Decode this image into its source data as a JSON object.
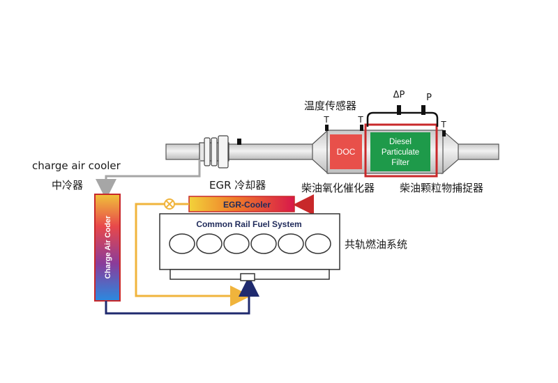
{
  "labels": {
    "temp_sensor": "温度传感器",
    "delta_p": "ΔP",
    "p": "P",
    "t1": "T",
    "t2": "T",
    "t3": "T",
    "doc": "DOC",
    "dpf_line1": "Diesel",
    "dpf_line2": "Particulate",
    "dpf_line3": "Filter",
    "charge_air_cooler_en": "charge air cooler",
    "charge_air_cooler_cn": "中冷器",
    "egr_cooler_cn": "EGR 冷却器",
    "egr_cooler_box": "EGR-Cooler",
    "doc_cn": "柴油氧化催化器",
    "dpf_cn": "柴油颗粒物捕捉器",
    "common_rail": "Common Rail Fuel System",
    "common_rail_cn": "共轨燃油系统",
    "charge_air_coder": "Charge Air Coder"
  },
  "colors": {
    "pipe": "#d9d9d9",
    "pipe_stroke": "#555555",
    "doc_red": "#e8504a",
    "dpf_green": "#1e9a4a",
    "highlight_red": "#c8282a",
    "yellow_line": "#f0b43c",
    "navy_line": "#1f2a6e",
    "arrow_red": "#c8282a",
    "grey_arrow": "#a6a6a6"
  }
}
